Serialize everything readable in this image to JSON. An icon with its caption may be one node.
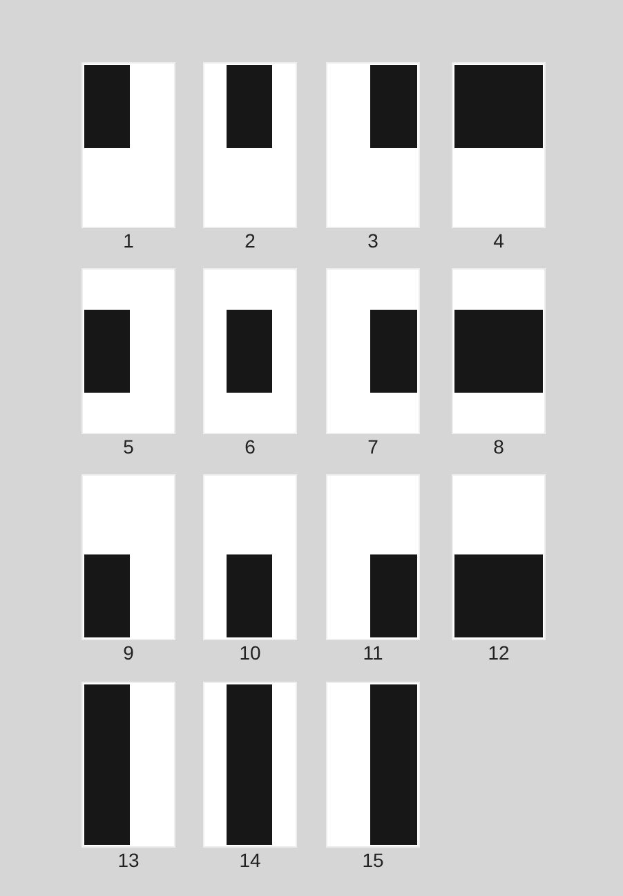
{
  "diagram": {
    "nodes": [
      {
        "text": [
          "1"
        ]
      },
      {
        "text": [
          "2"
        ]
      },
      {
        "text": [
          "3"
        ]
      },
      {
        "text": [
          "4"
        ]
      },
      {
        "text": [
          "5"
        ]
      },
      {
        "text": [
          "6"
        ]
      },
      {
        "text": [
          "7"
        ]
      },
      {
        "text": [
          "8"
        ]
      },
      {
        "text": [
          "9"
        ]
      },
      {
        "text": [
          "10"
        ]
      },
      {
        "text": [
          "11"
        ]
      },
      {
        "text": [
          "12"
        ]
      },
      {
        "text": [
          "13"
        ]
      },
      {
        "text": [
          "14"
        ]
      },
      {
        "text": [
          "15"
        ]
      }
    ]
  }
}
